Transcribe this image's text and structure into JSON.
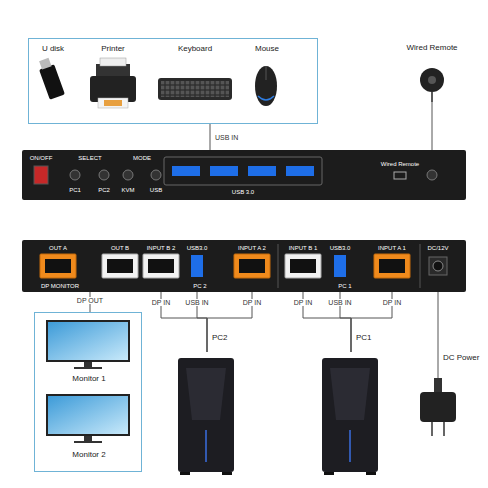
{
  "diagram": {
    "nodes": [
      {
        "text": [
          "U disk",
          "Printer",
          "Keyboard",
          "Mouse"
        ]
      },
      {
        "text": [
          "Wired Remote"
        ]
      },
      {
        "text": [
          "ON/OFF",
          "SELECT",
          "PC1",
          "PC2",
          "MODE",
          "KVM",
          "USB",
          "USB 3.0",
          "Wired Remote"
        ]
      },
      {
        "text": [
          "OUT A",
          "OUT B",
          "DP MONITOR",
          "INPUT B 2",
          "USB3.0",
          "INPUT A 2",
          "PC 2",
          "INPUT B 1",
          "USB3.0",
          "INPUT A 1",
          "PC 1",
          "DC/12V"
        ]
      },
      {
        "text": [
          "Monitor 1",
          "Monitor 2"
        ]
      },
      {
        "text": [
          "PC2"
        ]
      },
      {
        "text": [
          "PC1"
        ]
      },
      {
        "text": [
          "DC Power"
        ]
      }
    ],
    "edges": [
      {
        "from": 0,
        "to": 2,
        "label": "USB IN",
        "arrow": "none"
      },
      {
        "from": 1,
        "to": 2,
        "arrow": "none"
      },
      {
        "from": 3,
        "to": 4,
        "label": "DP OUT",
        "arrow": "none"
      },
      {
        "from": 3,
        "to": 5,
        "label": "DP IN",
        "arrow": "none"
      },
      {
        "from": 3,
        "to": 5,
        "label": "USB IN",
        "arrow": "none"
      },
      {
        "from": 3,
        "to": 5,
        "label": "DP IN",
        "arrow": "none"
      },
      {
        "from": 3,
        "to": 6,
        "label": "DP IN",
        "arrow": "none"
      },
      {
        "from": 3,
        "to": 6,
        "label": "USB IN",
        "arrow": "none"
      },
      {
        "from": 3,
        "to": 6,
        "label": "DP IN",
        "arrow": "none"
      },
      {
        "from": 3,
        "to": 7,
        "arrow": "none"
      }
    ]
  }
}
